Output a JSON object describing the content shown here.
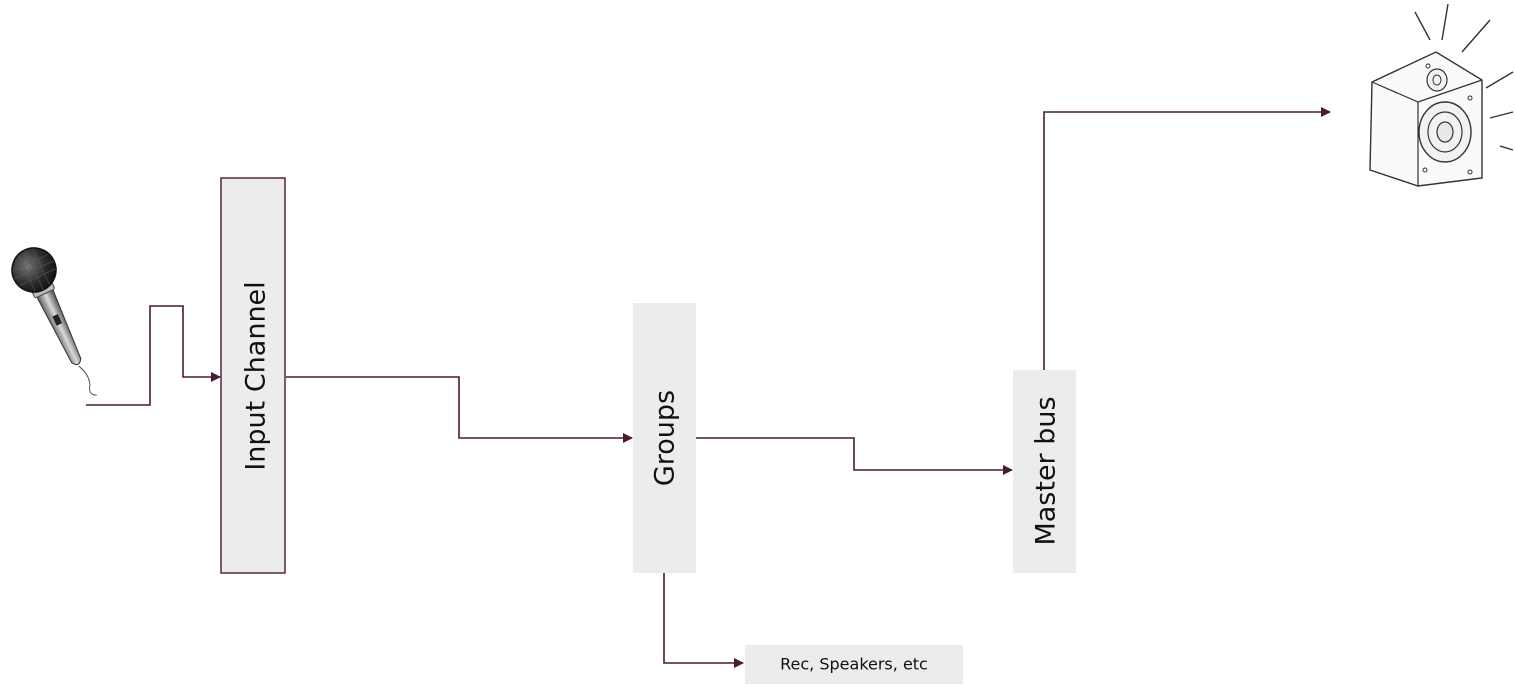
{
  "diagram": {
    "nodes": {
      "input_channel": {
        "label": "Input Channel"
      },
      "groups": {
        "label": "Groups"
      },
      "master_bus": {
        "label": "Master bus"
      },
      "rec_speakers": {
        "label": "Rec, Speakers, etc"
      }
    },
    "icons": {
      "source": "microphone-icon",
      "output": "loudspeaker-icon"
    },
    "colors": {
      "connector": "#4a1a32",
      "block_fill": "#ececec",
      "block_border": "#4a1a32"
    }
  }
}
